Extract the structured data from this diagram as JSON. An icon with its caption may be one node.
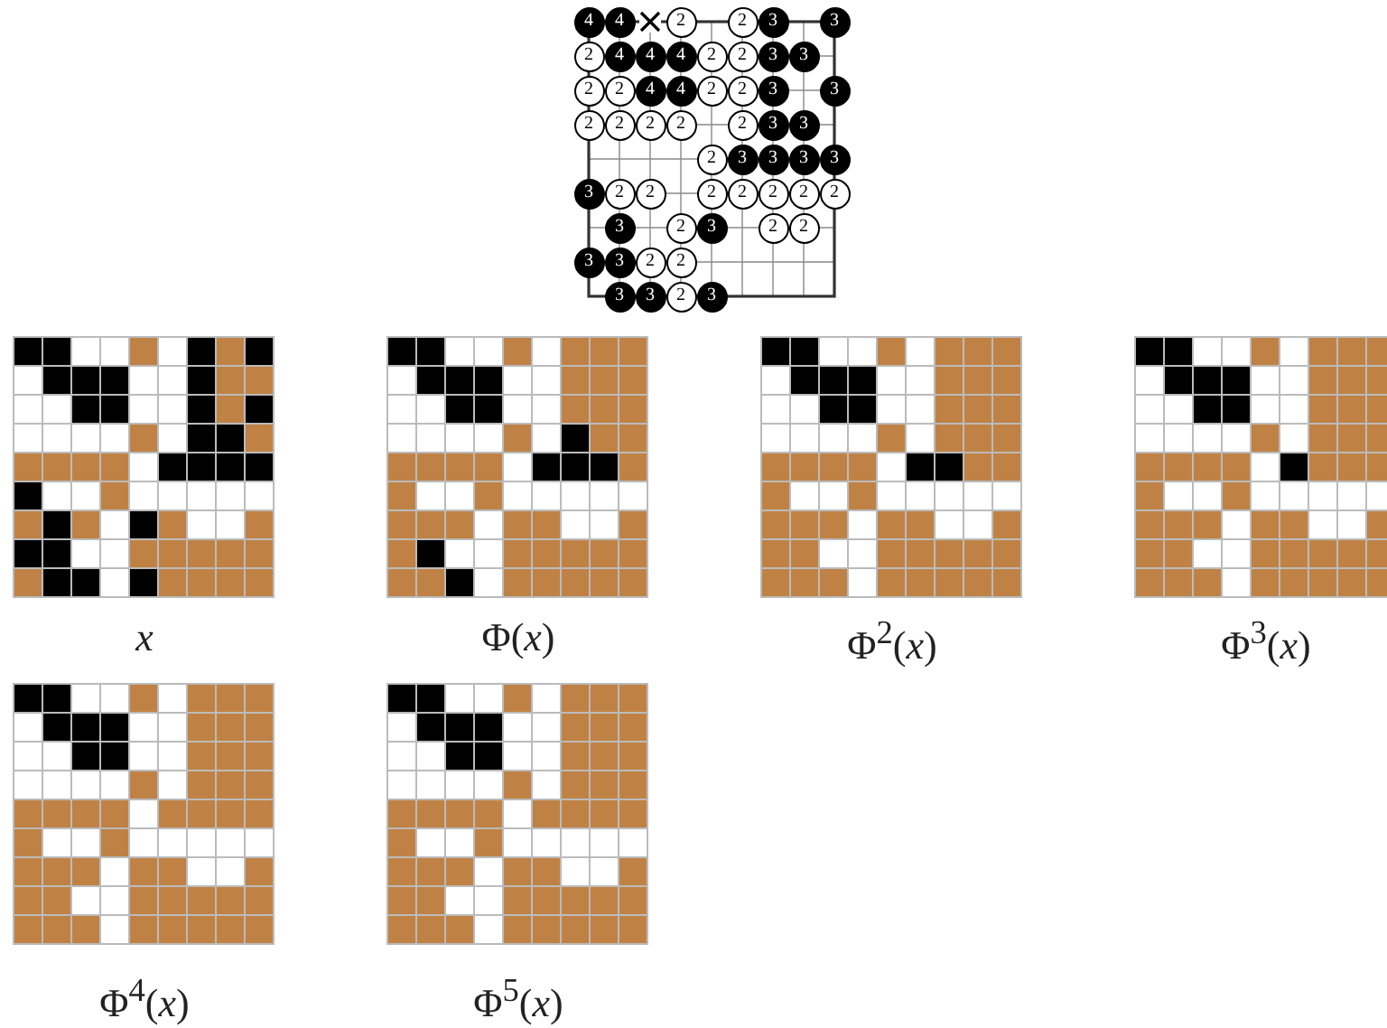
{
  "diagram": {
    "nodes": [
      {
        "text": [
          "4"
        ]
      },
      {
        "text": [
          "4"
        ]
      },
      {
        "text": [
          "2"
        ]
      },
      {
        "text": [
          "2"
        ]
      },
      {
        "text": [
          "3"
        ]
      },
      {
        "text": [
          "3"
        ]
      },
      {
        "text": [
          "2"
        ]
      },
      {
        "text": [
          "4"
        ]
      },
      {
        "text": [
          "4"
        ]
      },
      {
        "text": [
          "4"
        ]
      },
      {
        "text": [
          "2"
        ]
      },
      {
        "text": [
          "2"
        ]
      },
      {
        "text": [
          "3"
        ]
      },
      {
        "text": [
          "3"
        ]
      },
      {
        "text": [
          "2"
        ]
      },
      {
        "text": [
          "2"
        ]
      },
      {
        "text": [
          "4"
        ]
      },
      {
        "text": [
          "4"
        ]
      },
      {
        "text": [
          "2"
        ]
      },
      {
        "text": [
          "2"
        ]
      },
      {
        "text": [
          "3"
        ]
      },
      {
        "text": [
          "3"
        ]
      },
      {
        "text": [
          "2"
        ]
      },
      {
        "text": [
          "2"
        ]
      },
      {
        "text": [
          "2"
        ]
      },
      {
        "text": [
          "2"
        ]
      },
      {
        "text": [
          "2"
        ]
      },
      {
        "text": [
          "3"
        ]
      },
      {
        "text": [
          "3"
        ]
      },
      {
        "text": [
          "2"
        ]
      },
      {
        "text": [
          "3"
        ]
      },
      {
        "text": [
          "3"
        ]
      },
      {
        "text": [
          "3"
        ]
      },
      {
        "text": [
          "3"
        ]
      },
      {
        "text": [
          "3"
        ]
      },
      {
        "text": [
          "2"
        ]
      },
      {
        "text": [
          "2"
        ]
      },
      {
        "text": [
          "2"
        ]
      },
      {
        "text": [
          "2"
        ]
      },
      {
        "text": [
          "2"
        ]
      },
      {
        "text": [
          "2"
        ]
      },
      {
        "text": [
          "2"
        ]
      },
      {
        "text": [
          "3"
        ]
      },
      {
        "text": [
          "2"
        ]
      },
      {
        "text": [
          "3"
        ]
      },
      {
        "text": [
          "2"
        ]
      },
      {
        "text": [
          "2"
        ]
      },
      {
        "text": [
          "3"
        ]
      },
      {
        "text": [
          "3"
        ]
      },
      {
        "text": [
          "2"
        ]
      },
      {
        "text": [
          "2"
        ]
      },
      {
        "text": [
          "3"
        ]
      },
      {
        "text": [
          "3"
        ]
      },
      {
        "text": [
          "2"
        ]
      },
      {
        "text": [
          "3"
        ]
      }
    ],
    "labels": [
      "*x*",
      "Φ(*x*)",
      "Φ$^{2}$(*x*)",
      "Φ$^{3}$(*x*)",
      "Φ$^{4}$(*x*)",
      "Φ$^{5}$(*x*)"
    ]
  }
}
